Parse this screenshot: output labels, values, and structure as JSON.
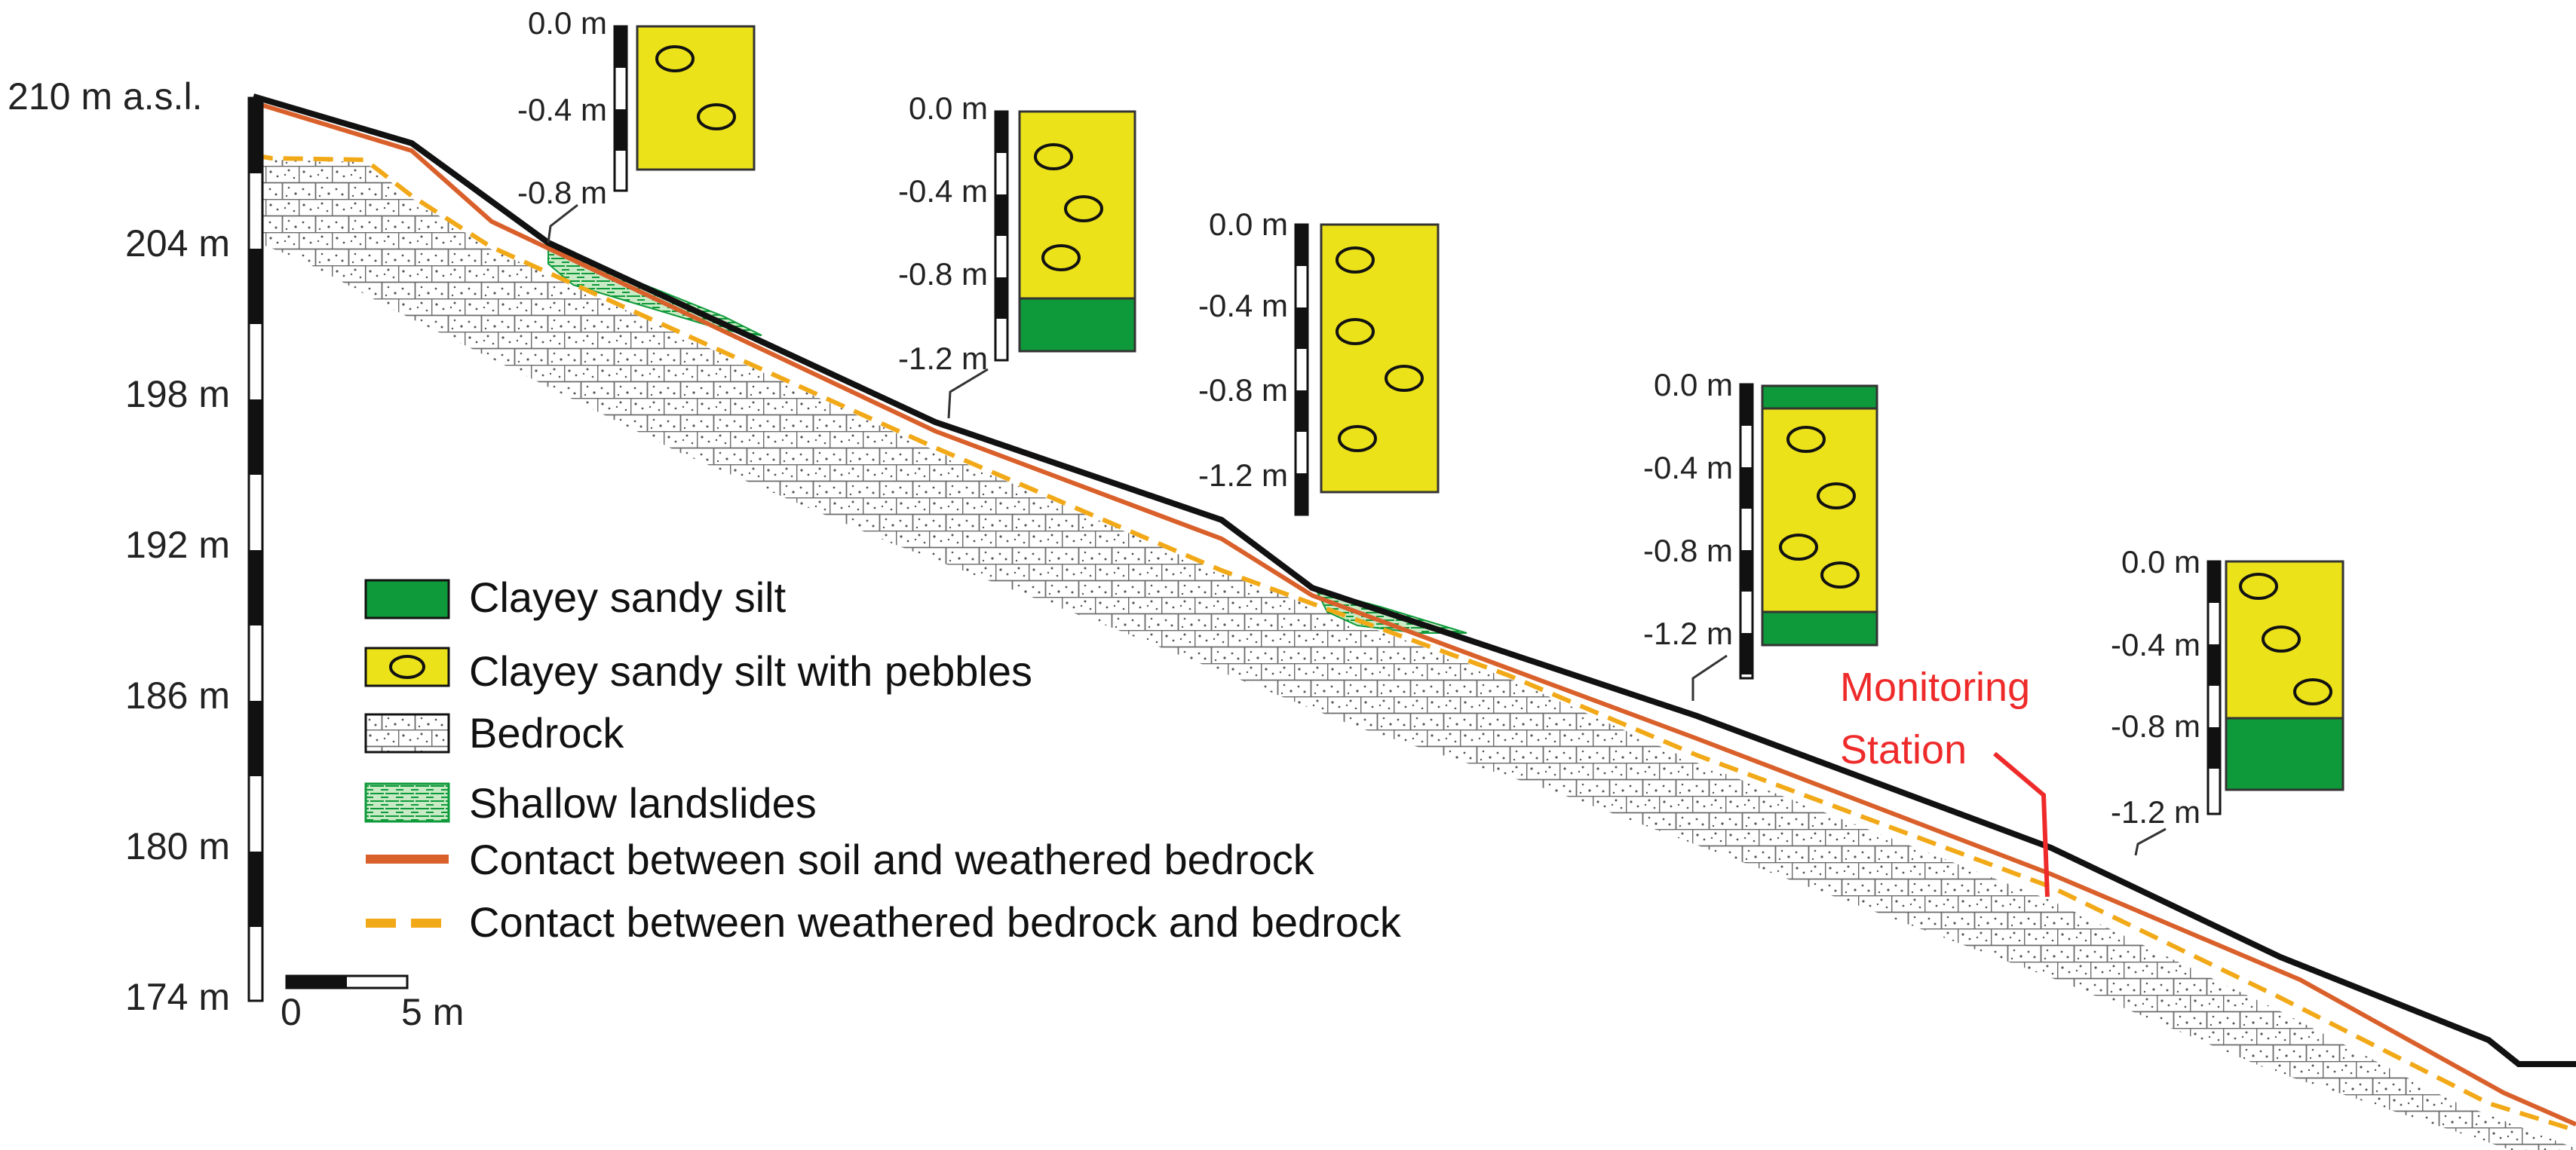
{
  "elevation_axis": {
    "labels": [
      "210 m a.s.l.",
      "204 m",
      "198 m",
      "192 m",
      "186 m",
      "180 m",
      "174 m"
    ]
  },
  "scale_bar": {
    "start": "0",
    "end": "5 m"
  },
  "profiles": [
    {
      "depths": [
        "0.0 m",
        "-0.4 m",
        "-0.8 m"
      ],
      "layers": [
        "Clayey sandy silt with pebbles"
      ]
    },
    {
      "depths": [
        "0.0 m",
        "-0.4 m",
        "-0.8 m",
        "-1.2 m"
      ],
      "layers": [
        "Clayey sandy silt with pebbles",
        "Clayey sandy silt"
      ]
    },
    {
      "depths": [
        "0.0 m",
        "-0.4 m",
        "-0.8 m",
        "-1.2 m"
      ],
      "layers": [
        "Clayey sandy silt with pebbles"
      ]
    },
    {
      "depths": [
        "0.0 m",
        "-0.4 m",
        "-0.8 m",
        "-1.2 m"
      ],
      "layers": [
        "Clayey sandy silt",
        "Clayey sandy silt with pebbles",
        "Clayey sandy silt"
      ]
    },
    {
      "depths": [
        "0.0 m",
        "-0.4 m",
        "-0.8 m",
        "-1.2 m"
      ],
      "layers": [
        "Clayey sandy silt with pebbles",
        "Clayey sandy silt"
      ]
    }
  ],
  "legend": {
    "clayey_sandy_silt": "Clayey sandy silt",
    "clayey_sandy_silt_pebbles": "Clayey sandy silt with pebbles",
    "bedrock": "Bedrock",
    "shallow_landslides": "Shallow landslides",
    "contact_soil_weathered": "Contact between soil and weathered bedrock",
    "contact_weathered_bedrock": "Contact between weathered bedrock and bedrock"
  },
  "monitoring_station": {
    "line1": "Monitoring",
    "line2": "Station"
  },
  "colors": {
    "green": "#0e9a3a",
    "yellow": "#ece21a",
    "orange_contact": "#d9602a",
    "yellow_contact": "#f2a918",
    "monitor_red": "#ee2a2a",
    "landslide": "#9fd6a0"
  }
}
